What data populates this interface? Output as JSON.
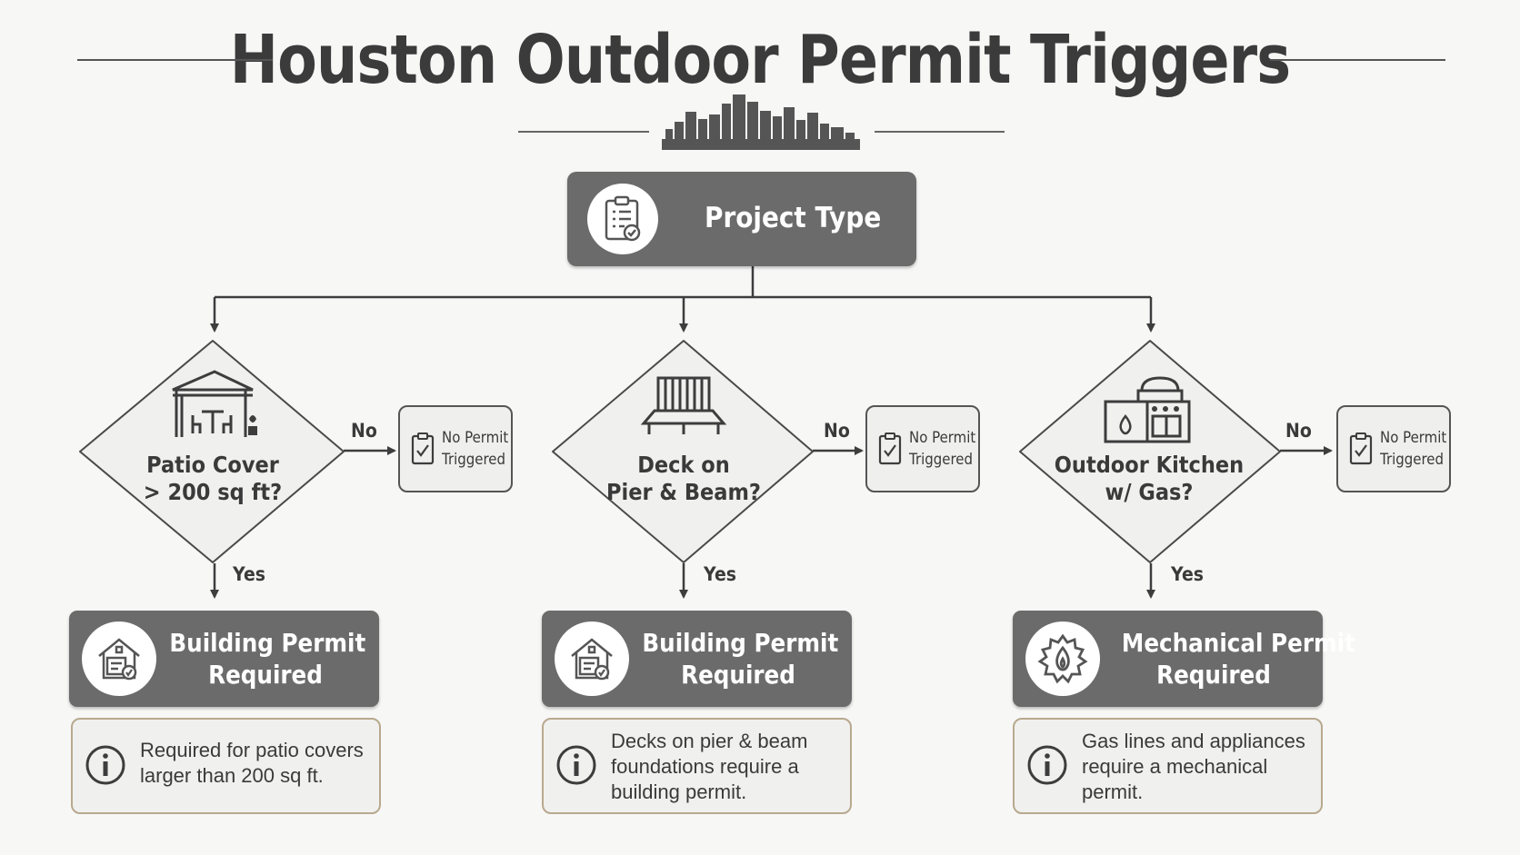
{
  "title": "Houston Outdoor Permit Triggers",
  "root": {
    "label": "Project Type",
    "icon": "clipboard-checklist-icon"
  },
  "branches": [
    {
      "question": [
        "Patio Cover",
        "> 200 sq ft?"
      ],
      "icon": "pergola-icon",
      "no_label": "No",
      "yes_label": "Yes",
      "no_box": {
        "lines": [
          "No Permit",
          "Triggered"
        ],
        "icon": "clipboard-check-icon"
      },
      "permit": {
        "lines": [
          "Building Permit",
          "Required"
        ],
        "icon": "house-document-icon"
      },
      "info": {
        "lines": [
          "Required for patio covers",
          "larger than 200 sq ft."
        ],
        "icon": "info-icon"
      }
    },
    {
      "question": [
        "Deck on",
        "Pier & Beam?"
      ],
      "icon": "deck-icon",
      "no_label": "No",
      "yes_label": "Yes",
      "no_box": {
        "lines": [
          "No Permit",
          "Triggered"
        ],
        "icon": "clipboard-check-icon"
      },
      "permit": {
        "lines": [
          "Building Permit",
          "Required"
        ],
        "icon": "house-document-icon"
      },
      "info": {
        "lines": [
          "Decks on pier & beam",
          "foundations require a",
          "building permit."
        ],
        "icon": "info-icon"
      }
    },
    {
      "question": [
        "Outdoor Kitchen",
        "w/ Gas?"
      ],
      "icon": "outdoor-kitchen-grill-icon",
      "no_label": "No",
      "yes_label": "Yes",
      "no_box": {
        "lines": [
          "No Permit",
          "Triggered"
        ],
        "icon": "clipboard-check-icon"
      },
      "permit": {
        "lines": [
          "Mechanical Permit",
          "Required"
        ],
        "icon": "gear-flame-icon"
      },
      "info": {
        "lines": [
          "Gas lines and appliances",
          "require a mechanical",
          "permit."
        ],
        "icon": "info-icon"
      }
    }
  ],
  "colors": {
    "dark_box": "#6b6b6b",
    "line": "#3d3d3d",
    "info_border": "#b8a98e",
    "background": "#f7f7f6"
  }
}
